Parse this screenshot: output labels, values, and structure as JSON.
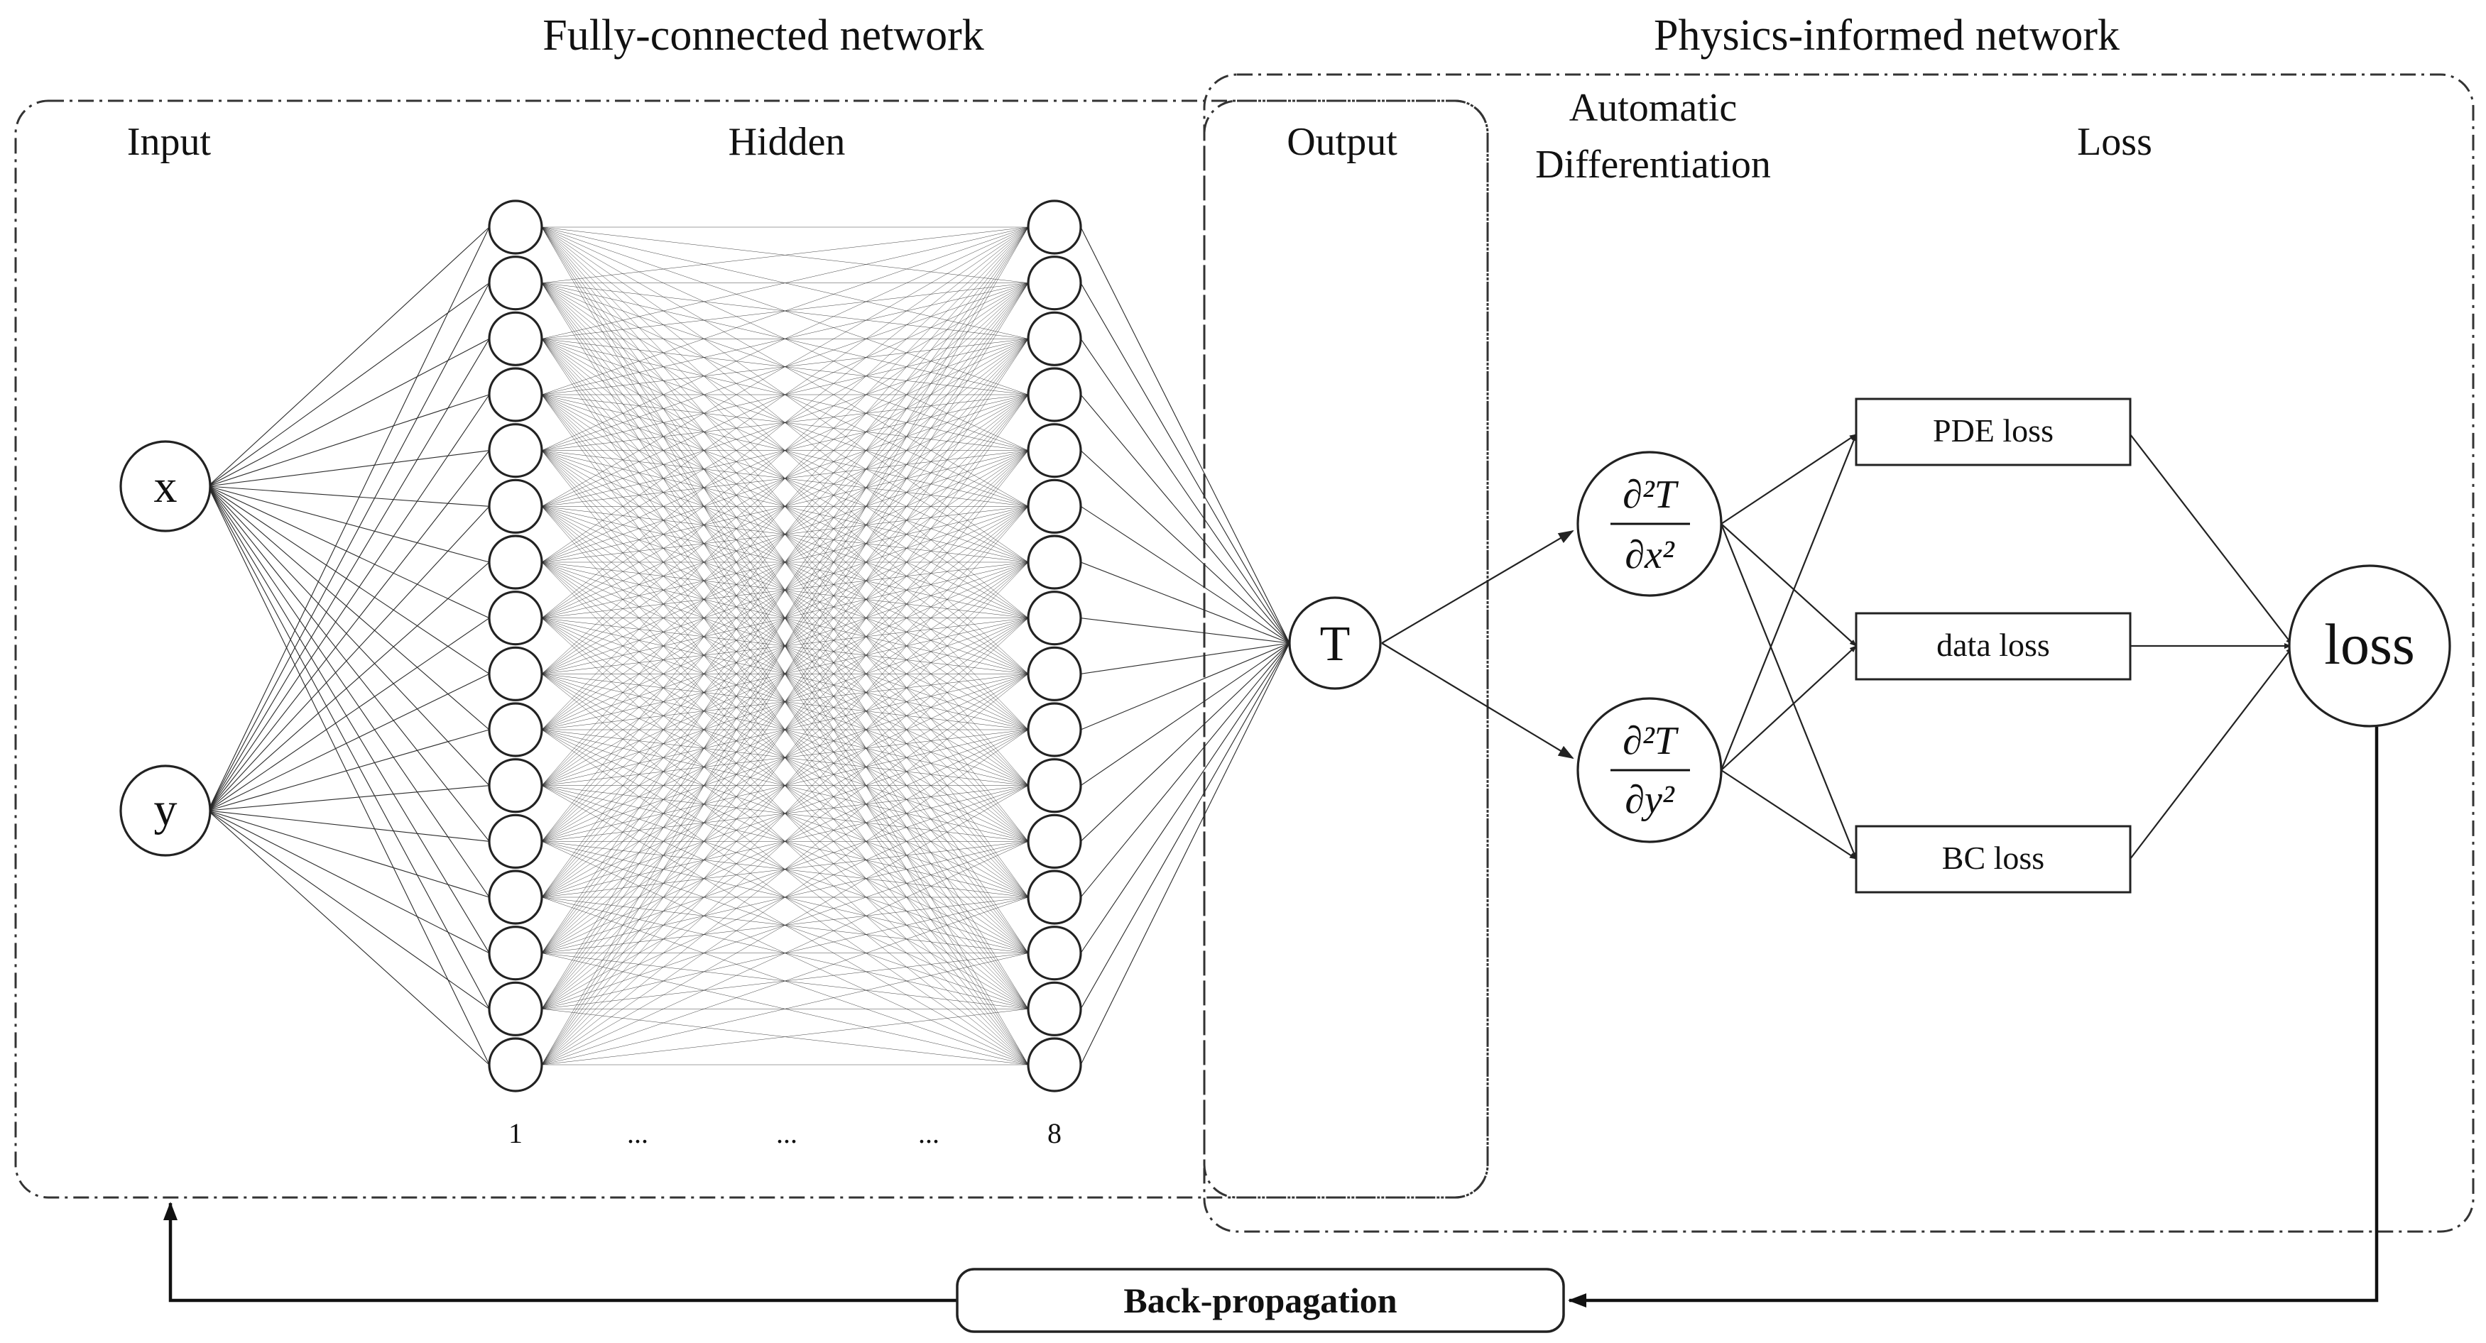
{
  "sections": {
    "fully_connected_title": "Fully-connected network",
    "physics_informed_title": "Physics-informed network"
  },
  "columns": {
    "input": "Input",
    "hidden": "Hidden",
    "output": "Output",
    "autodiff_line1": "Automatic",
    "autodiff_line2": "Differentiation",
    "loss": "Loss"
  },
  "input_nodes": [
    "x",
    "y"
  ],
  "hidden_layers": {
    "first_label": "1",
    "last_label": "8",
    "ellipsis": "...",
    "neurons_per_layer": 16
  },
  "output_node": "T",
  "derivatives": [
    {
      "numerator": "∂²T",
      "denominator": "∂x²"
    },
    {
      "numerator": "∂²T",
      "denominator": "∂y²"
    }
  ],
  "loss_terms": [
    "PDE loss",
    "data loss",
    "BC loss"
  ],
  "total_loss": "loss",
  "backprop_label": "Back-propagation"
}
